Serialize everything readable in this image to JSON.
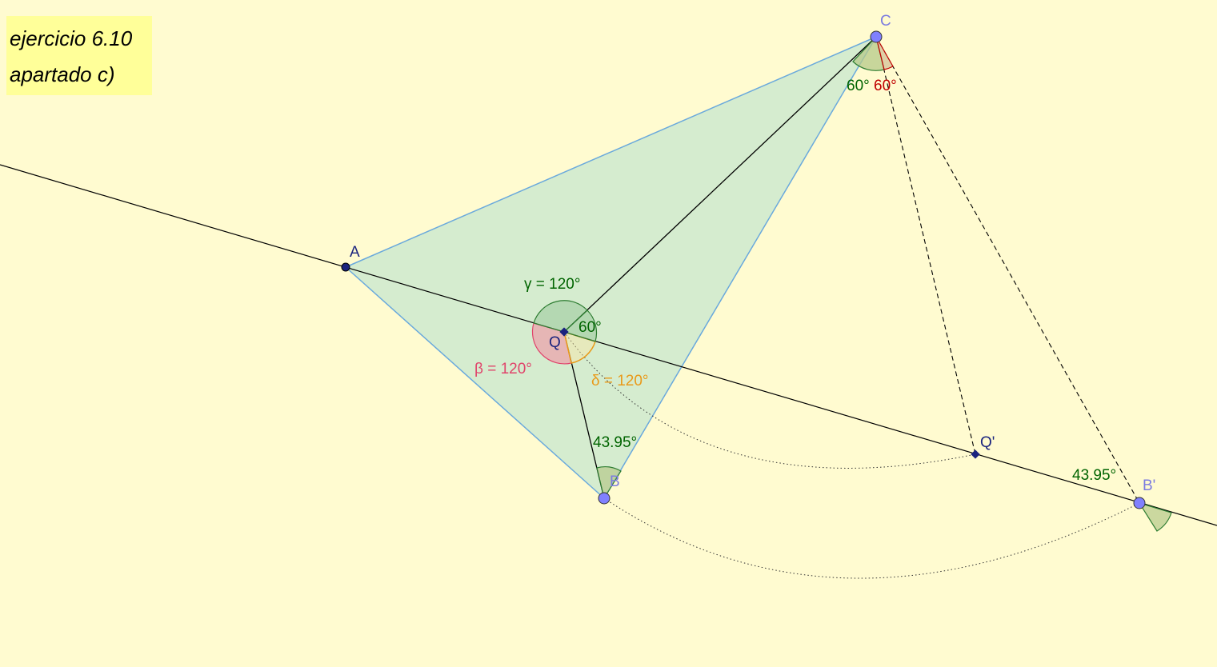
{
  "title": {
    "line1": "ejercicio 6.10",
    "line2": "apartado c)"
  },
  "points": {
    "A": "A",
    "B": "B",
    "C": "C",
    "Q": "Q",
    "Q_prime": "Q'",
    "B_prime": "B'"
  },
  "angles": {
    "gamma": "γ = 120°",
    "beta": "β = 120°",
    "delta": "δ = 120°",
    "q_small": "60°",
    "c_green": "60°",
    "c_red": "60°",
    "b_angle": "43.95°",
    "b_prime_angle": "43.95°"
  },
  "colors": {
    "background": "#fffbd0",
    "triangle_fill": "#b9e2cf",
    "triangle_edge": "#6aa9dc",
    "point_fill": "#8080ff",
    "gamma": "#006400",
    "beta": "#e0446b",
    "delta": "#e99a1a",
    "red_angle": "#c00000"
  }
}
